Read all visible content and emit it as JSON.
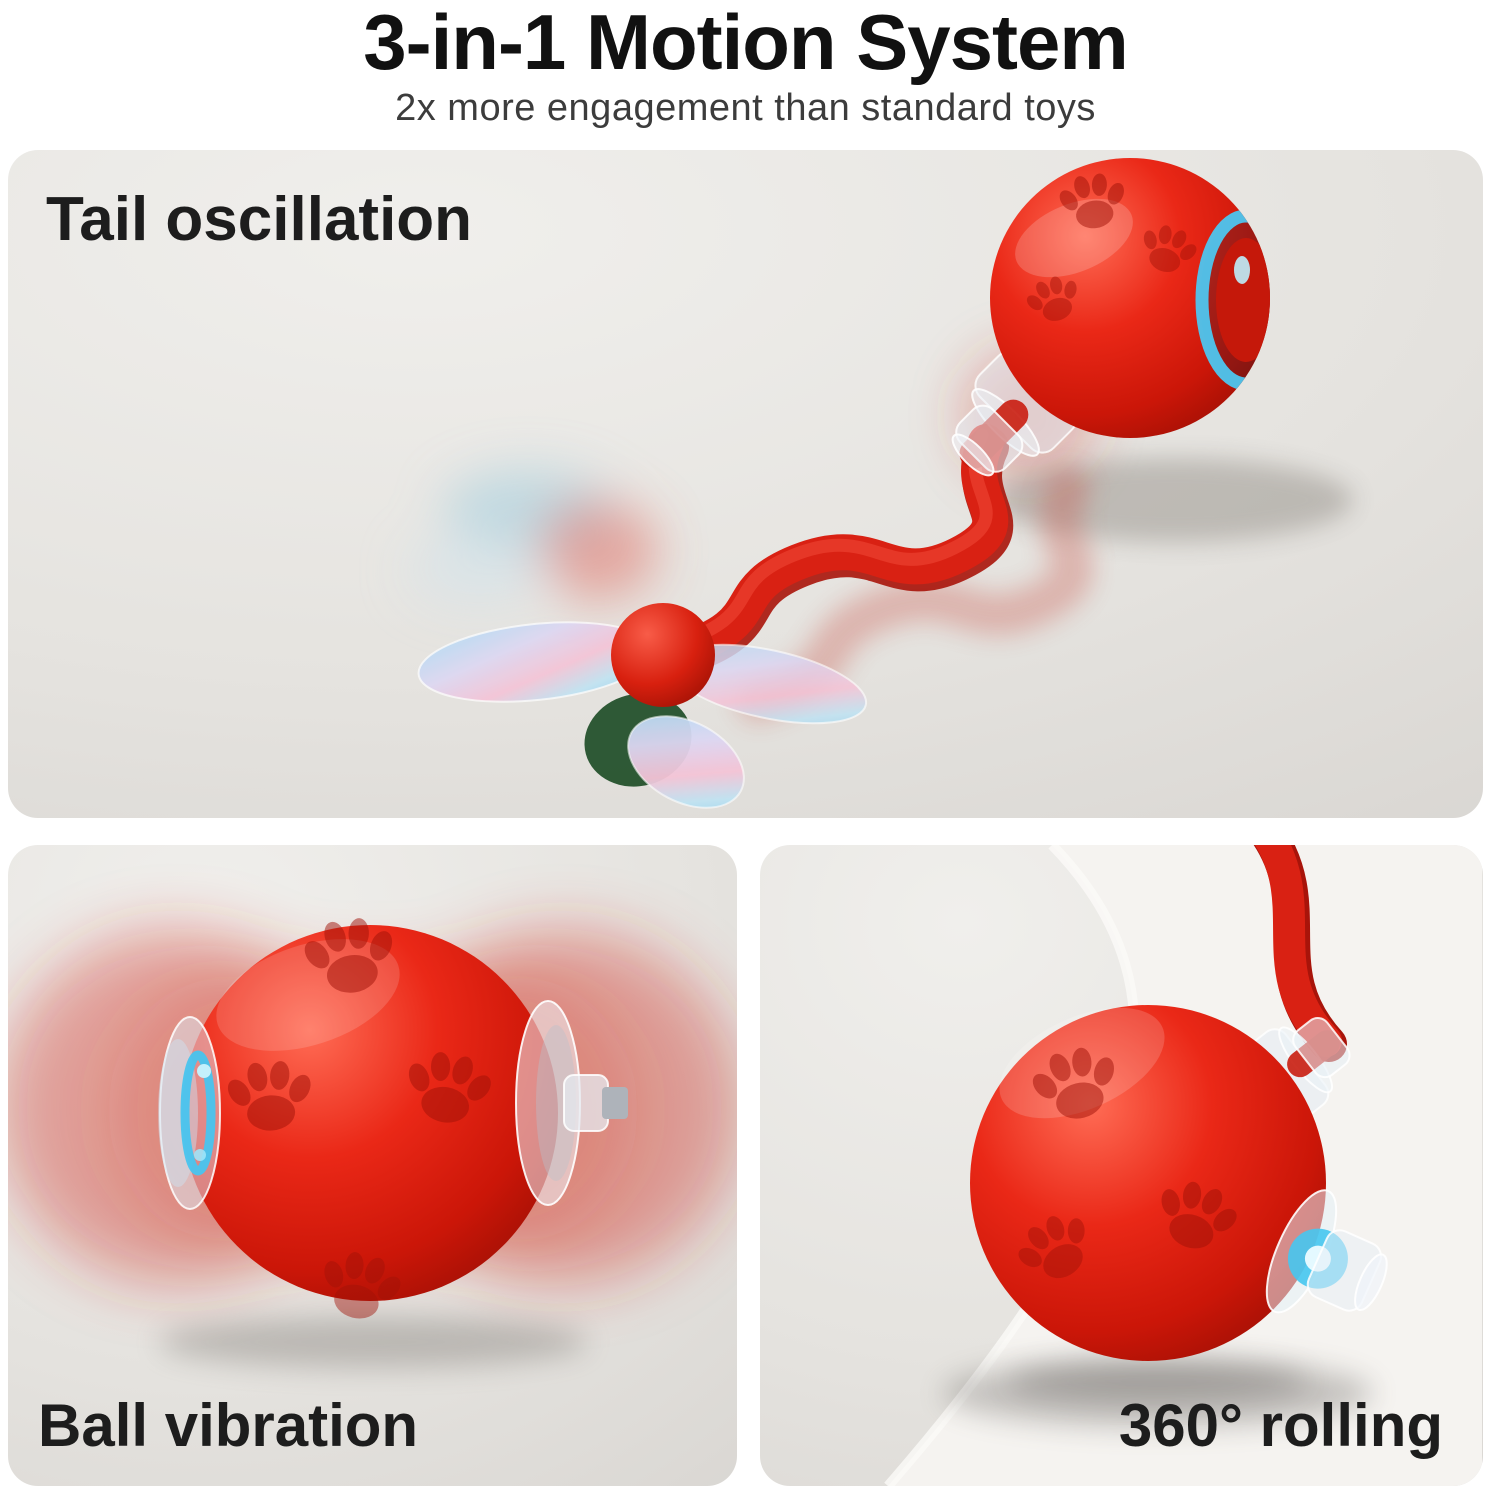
{
  "header": {
    "title": "3-in-1 Motion System",
    "subtitle": "2x more engagement than standard toys"
  },
  "panels": {
    "tail_oscillation": {
      "label": "Tail oscillation"
    },
    "ball_vibration": {
      "label": "Ball vibration"
    },
    "rolling_360": {
      "label": "360° rolling"
    }
  },
  "colors": {
    "ball_red": "#d92113",
    "led_blue": "#4ec6ef",
    "panel_background": "#e6e4e0",
    "title_text": "#111111",
    "subtitle_text": "#3c3c3c"
  }
}
